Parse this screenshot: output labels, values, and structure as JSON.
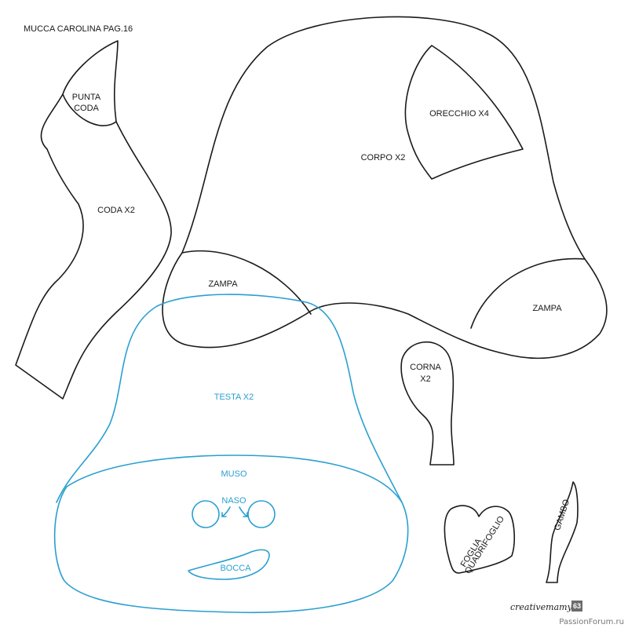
{
  "title": "MUCCA CAROLINA PAG.16",
  "pieces": {
    "punta_coda": [
      "PUNTA",
      "CODA"
    ],
    "coda": "CODA X2",
    "corpo": "CORPO X2",
    "orecchio": "ORECCHIO X4",
    "zampa_left": "ZAMPA",
    "zampa_right": "ZAMPA",
    "corna": [
      "CORNA",
      "X2"
    ],
    "testa": "TESTA X2",
    "muso": "MUSO",
    "naso": "NASO",
    "bocca": "BOCCA",
    "foglia": [
      "FOGLIA",
      "QUADRIFOGLIO"
    ],
    "gambo": "GAMBO"
  },
  "footer": {
    "brand": "creativemamy",
    "page_number": "63",
    "watermark": "PassionForum.ru"
  },
  "colors": {
    "outline": "#1a1a1a",
    "head_outline": "#2a9fd0",
    "badge": "#6b6b6b"
  }
}
